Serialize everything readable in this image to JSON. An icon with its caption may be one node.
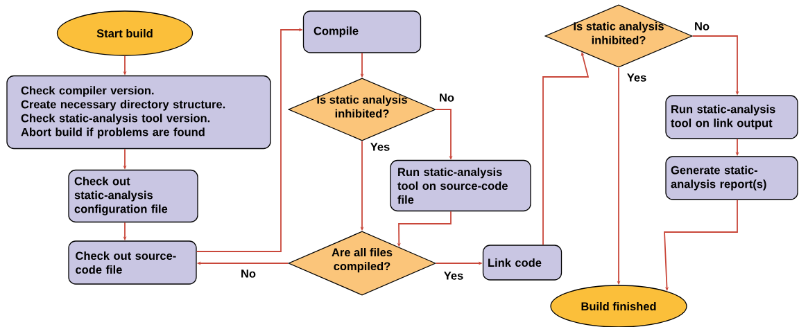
{
  "diagram": {
    "nodes": [
      {
        "text": [
          "Start build"
        ]
      },
      {
        "text": [
          "Check compiler version.",
          "Create necessary directory structure.",
          "Check static-analysis tool version.",
          "Abort build if problems are found"
        ]
      },
      {
        "text": [
          "Check out static-analysis configuration file"
        ]
      },
      {
        "text": [
          "Check out source-code file"
        ]
      },
      {
        "text": [
          "Compile"
        ]
      },
      {
        "text": [
          "Is static analysis inhibited?"
        ]
      },
      {
        "text": [
          "Run static-analysis tool on source-code file"
        ]
      },
      {
        "text": [
          "Are all files compiled?"
        ]
      },
      {
        "text": [
          "Link code"
        ]
      },
      {
        "text": [
          "Is static analysis inhibited?"
        ]
      },
      {
        "text": [
          "Run static-analysis tool on link output"
        ]
      },
      {
        "text": [
          "Generate static-analysis report(s)"
        ]
      },
      {
        "text": [
          "Build finished"
        ]
      }
    ],
    "edges": [
      {
        "from": 0,
        "to": 1,
        "arrow": "to"
      },
      {
        "from": 1,
        "to": 2,
        "arrow": "to"
      },
      {
        "from": 2,
        "to": 3,
        "arrow": "to"
      },
      {
        "from": 3,
        "to": 4,
        "arrow": "to"
      },
      {
        "from": 4,
        "to": 5,
        "arrow": "to"
      },
      {
        "from": 5,
        "to": 7,
        "arrow": "to",
        "label": "Yes"
      },
      {
        "from": 5,
        "to": 6,
        "arrow": "to",
        "label": "No"
      },
      {
        "from": 6,
        "to": 7,
        "arrow": "to"
      },
      {
        "from": 7,
        "to": 3,
        "arrow": "to",
        "label": "No"
      },
      {
        "from": 7,
        "to": 8,
        "arrow": "to",
        "label": "Yes"
      },
      {
        "from": 8,
        "to": 9,
        "arrow": "to"
      },
      {
        "from": 9,
        "to": 12,
        "arrow": "to",
        "label": "Yes"
      },
      {
        "from": 9,
        "to": 10,
        "arrow": "to",
        "label": "No"
      },
      {
        "from": 10,
        "to": 11,
        "arrow": "to"
      },
      {
        "from": 11,
        "to": 12,
        "arrow": "to"
      }
    ]
  }
}
